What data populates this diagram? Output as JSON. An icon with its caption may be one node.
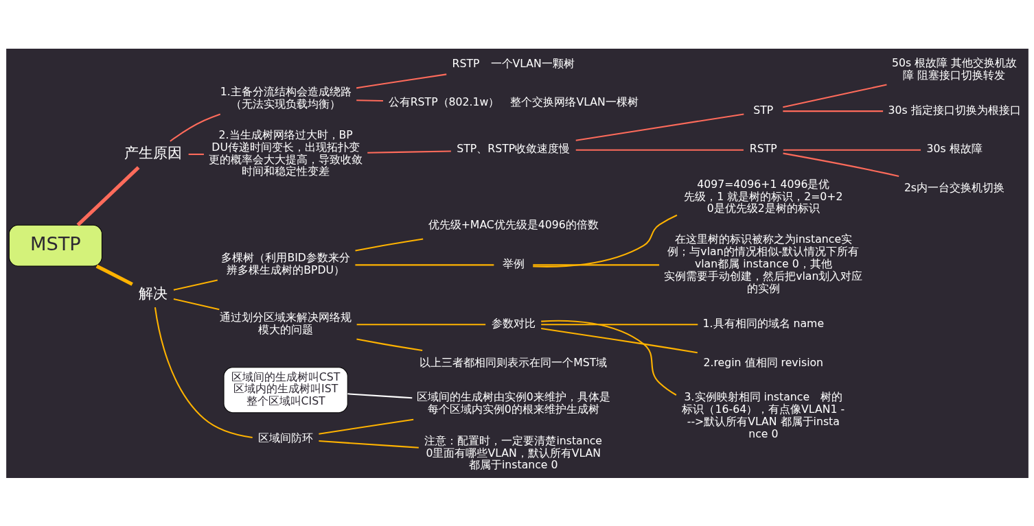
{
  "diagram": {
    "nodes": [
      {
        "text": [
          "MSTP"
        ]
      },
      {
        "text": [
          "产生原因"
        ]
      },
      {
        "text": [
          "1.主备分流结构会造成绕路（无法实现负载均衡）"
        ]
      },
      {
        "text": [
          "RSTP　一个VLAN一颗树"
        ]
      },
      {
        "text": [
          "公有RSTP（802.1w）　整个交换网络VLAN一棵树"
        ]
      },
      {
        "text": [
          "2.当生成树网络过大时，BPDU传递时间变长，出现拓扑变更的概率会大大提高，导致收敛时间和稳定性变差"
        ]
      },
      {
        "text": [
          "STP、RSTP收敛速度慢"
        ]
      },
      {
        "text": [
          "STP"
        ]
      },
      {
        "text": [
          "50s 根故障 其他交换机故障 阻塞接口切换转发"
        ]
      },
      {
        "text": [
          "30s 指定接口切换为根接口"
        ]
      },
      {
        "text": [
          "RSTP"
        ]
      },
      {
        "text": [
          "30s 根故障"
        ]
      },
      {
        "text": [
          "2s内一台交换机切换"
        ]
      },
      {
        "text": [
          "解决"
        ]
      },
      {
        "text": [
          "多棵树（利用BID参数来分辨多棵生成树的BPDU）"
        ]
      },
      {
        "text": [
          "优先级+MAC优先级是4096的倍数"
        ]
      },
      {
        "text": [
          "举例"
        ]
      },
      {
        "text": [
          "4097=4096+1 4096是优先级，1 就是树的标识，2=0+2 0是优先级2是树的标识"
        ]
      },
      {
        "text": [
          "在这里树的标识被称之为instance实例；与vlan的情况相似-默认情况下所有vlan都属 instance 0，其他实例需要手动创建，然后把vlan划入对应的实例"
        ]
      },
      {
        "text": [
          "通过划分区域来解决网络规模大的问题"
        ]
      },
      {
        "text": [
          "参数对比"
        ]
      },
      {
        "text": [
          "1.具有相同的域名 name"
        ]
      },
      {
        "text": [
          "2.regin 值相同 revision"
        ]
      },
      {
        "text": [
          "3.实例映射相同 instance　树的标识（16-64），有点像VLAN1 --->默认所有VLAN 都属于instance 0"
        ]
      },
      {
        "text": [
          "以上三者都相同则表示在同一个MST域"
        ]
      },
      {
        "text": [
          "区域间防环"
        ]
      },
      {
        "text": [
          "区域间的生成树由实例0来维护，具体是每个区域内实例0的根来维护生成树"
        ]
      },
      {
        "text": [
          "注意：配置时，一定要清楚instance0里面有哪些VLAN，默认所有VLAN 都属于instance 0"
        ]
      },
      {
        "text": [
          "区域间的生成树叫CST 区域内的生成树叫IST 整个区域叫CIST"
        ]
      }
    ],
    "edges": [
      {
        "from": 0,
        "to": 1,
        "arrow": "none",
        "style": "thick",
        "color": "#ff6b5b"
      },
      {
        "from": 1,
        "to": 2,
        "arrow": "none",
        "color": "#ff6b5b"
      },
      {
        "from": 2,
        "to": 3,
        "arrow": "none",
        "color": "#ff6b5b"
      },
      {
        "from": 2,
        "to": 4,
        "arrow": "none",
        "color": "#ff6b5b"
      },
      {
        "from": 1,
        "to": 5,
        "arrow": "none",
        "color": "#ff6b5b"
      },
      {
        "from": 5,
        "to": 6,
        "arrow": "none",
        "color": "#ff6b5b"
      },
      {
        "from": 6,
        "to": 7,
        "arrow": "none",
        "color": "#ff6b5b"
      },
      {
        "from": 7,
        "to": 8,
        "arrow": "none",
        "color": "#ff6b5b"
      },
      {
        "from": 7,
        "to": 9,
        "arrow": "none",
        "color": "#ff6b5b"
      },
      {
        "from": 6,
        "to": 10,
        "arrow": "none",
        "color": "#ff6b5b"
      },
      {
        "from": 10,
        "to": 11,
        "arrow": "none",
        "color": "#ff6b5b"
      },
      {
        "from": 10,
        "to": 12,
        "arrow": "none",
        "color": "#ff6b5b"
      },
      {
        "from": 0,
        "to": 13,
        "arrow": "none",
        "style": "thick"
      },
      {
        "from": 13,
        "to": 14,
        "arrow": "none"
      },
      {
        "from": 14,
        "to": 15,
        "arrow": "none"
      },
      {
        "from": 14,
        "to": 16,
        "arrow": "none"
      },
      {
        "from": 16,
        "to": 17,
        "arrow": "none"
      },
      {
        "from": 16,
        "to": 18,
        "arrow": "none"
      },
      {
        "from": 13,
        "to": 19,
        "arrow": "none"
      },
      {
        "from": 19,
        "to": 20,
        "arrow": "none"
      },
      {
        "from": 20,
        "to": 21,
        "arrow": "none"
      },
      {
        "from": 20,
        "to": 22,
        "arrow": "none"
      },
      {
        "from": 20,
        "to": 23,
        "arrow": "none"
      },
      {
        "from": 19,
        "to": 24,
        "arrow": "none"
      },
      {
        "from": 13,
        "to": 25,
        "arrow": "none"
      },
      {
        "from": 25,
        "to": 26,
        "arrow": "none"
      },
      {
        "from": 25,
        "to": 27,
        "arrow": "none"
      },
      {
        "from": 28,
        "to": 26,
        "arrow": "none",
        "color": "#ffffff"
      }
    ]
  }
}
